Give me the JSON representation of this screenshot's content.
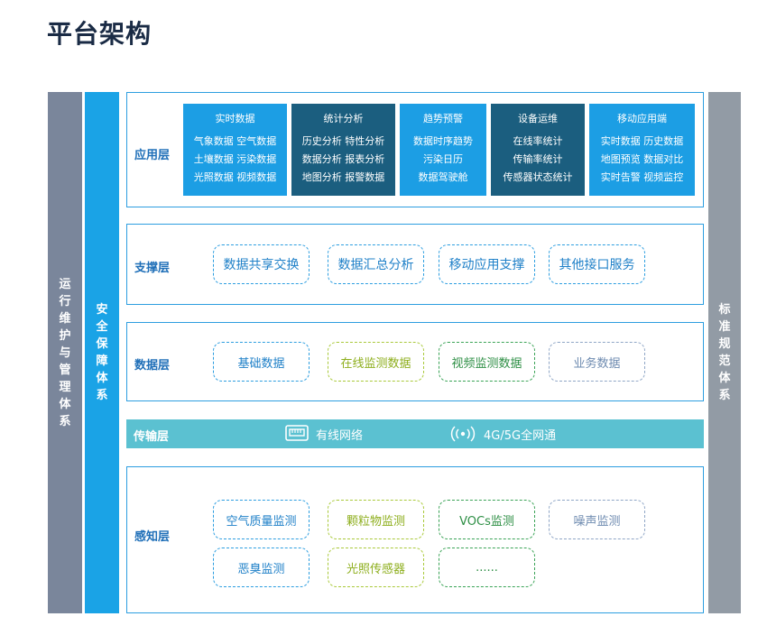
{
  "title": "平台架构",
  "sidebars": {
    "left_ops": "运行维护与管理体系",
    "security": "安全保障体系",
    "standard": "标准规范体系"
  },
  "layers": {
    "application": {
      "label": "应用层",
      "columns": [
        {
          "title": "实时数据",
          "lines": [
            "气象数据  空气数据",
            "土壤数据  污染数据",
            "光照数据  视频数据"
          ],
          "color": "#1c9ee4"
        },
        {
          "title": "统计分析",
          "lines": [
            "历史分析  特性分析",
            "数据分析  报表分析",
            "地图分析  报警数据"
          ],
          "color": "#1b5e7f"
        },
        {
          "title": "趋势预警",
          "lines": [
            "数据时序趋势",
            "污染日历",
            "数据驾驶舱"
          ],
          "color": "#1c9ee4"
        },
        {
          "title": "设备运维",
          "lines": [
            "在线率统计",
            "传输率统计",
            "传感器状态统计"
          ],
          "color": "#1b5e7f"
        },
        {
          "title": "移动应用端",
          "lines": [
            "实时数据  历史数据",
            "地图预览  数据对比",
            "实时告警  视频监控"
          ],
          "color": "#1c9ee4"
        }
      ]
    },
    "support": {
      "label": "支撑层",
      "items": [
        "数据共享交换",
        "数据汇总分析",
        "移动应用支撑",
        "其他接口服务"
      ]
    },
    "data": {
      "label": "数据层",
      "items": [
        "基础数据",
        "在线监测数据",
        "视频监测数据",
        "业务数据"
      ]
    },
    "transport": {
      "label": "传输层",
      "wired": "有线网络",
      "wireless": "4G/5G全网通"
    },
    "perception": {
      "label": "感知层",
      "row1": [
        "空气质量监测",
        "颗粒物监测",
        "VOCs监测",
        "噪声监测"
      ],
      "row2": [
        "恶臭监测",
        "光照传感器",
        "......"
      ]
    }
  },
  "colors": {
    "accent": "#2d9ee0",
    "dark_block": "#1b5e7f",
    "light_block": "#1c9ee4",
    "transport": "#5bc1d1",
    "lime": "#a9c93a",
    "green": "#3aa356",
    "grey": "#8fa6c6"
  }
}
